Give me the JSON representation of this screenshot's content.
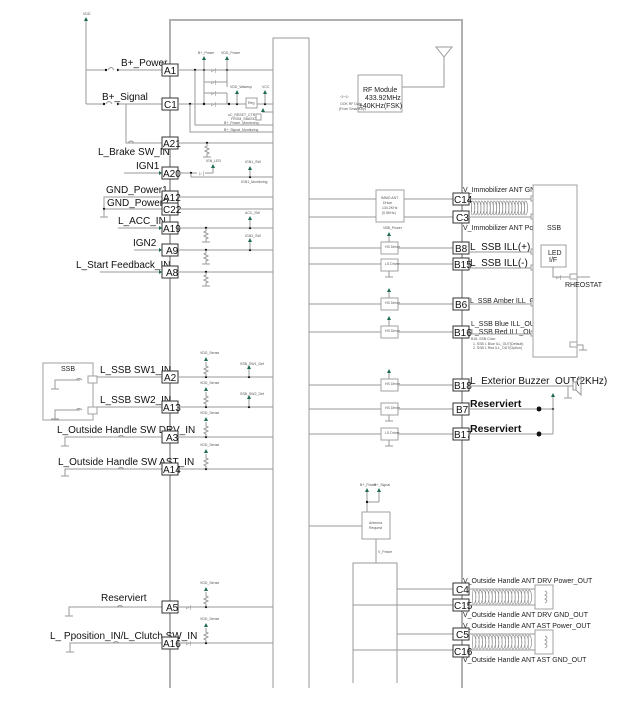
{
  "title": "Smart Key Module Wiring Schematic",
  "left_inputs": [
    {
      "pin": "A1",
      "label": "B+_Power"
    },
    {
      "pin": "C1",
      "label": "B+_Signal"
    },
    {
      "pin": "A21",
      "label": "L_Brake SW_IN"
    },
    {
      "pin": "A20",
      "label": "IGN1"
    },
    {
      "pin": "A12",
      "label": "GND_Power1"
    },
    {
      "pin": "C22",
      "label": "GND_Power2"
    },
    {
      "pin": "A19",
      "label": "L_ACC_IN"
    },
    {
      "pin": "A9",
      "label": "IGN2"
    },
    {
      "pin": "A8",
      "label": "L_Start Feedback_IN"
    },
    {
      "pin": "A2",
      "label": "L_SSB SW1_IN"
    },
    {
      "pin": "A13",
      "label": "L_SSB SW2_IN"
    },
    {
      "pin": "A3",
      "label": "L_Outside Handle SW DRV_IN"
    },
    {
      "pin": "A14",
      "label": "L_Outside Handle SW AST_IN"
    },
    {
      "pin": "A5",
      "label": "Reserviert"
    },
    {
      "pin": "A16",
      "label": "L_ Pposition_IN/L_Clutch SW_IN"
    }
  ],
  "right_outputs": [
    {
      "pin": "C14",
      "label": "V_Immobilizer ANT GND_OUT"
    },
    {
      "pin": "C3",
      "label": "V_Immobilizer ANT Power_OUT"
    },
    {
      "pin": "B8",
      "label": "L_SSB ILL(+)_OUT"
    },
    {
      "pin": "B15",
      "label": "L_SSB ILL(-)_OUT"
    },
    {
      "pin": "B6",
      "label": "L_SSB Amber ILL_OUT"
    },
    {
      "pin": "B16",
      "label": "L_SSB Blue ILL_OUT/\nL_SSB Red ILL_OUT",
      "label_line1": "L_SSB Blue ILL_OUT/",
      "label_line2": "L_SSB Red ILL_OUT"
    },
    {
      "pin": "B18",
      "label": "L_Exterior Buzzer_OUT(2KHz)"
    },
    {
      "pin": "B7",
      "label": "Reserviert"
    },
    {
      "pin": "B17",
      "label": "Reserviert"
    },
    {
      "pin": "C4",
      "label": "V_Outside Handle ANT DRV Power_OUT"
    },
    {
      "pin": "C15",
      "label": "V_Outside Handle ANT DRV GND_OUT"
    },
    {
      "pin": "C5",
      "label": "V_Outside Handle ANT AST Power_OUT"
    },
    {
      "pin": "C16",
      "label": "V_Outside Handle ANT AST GND_OUT"
    }
  ],
  "rf_module": {
    "line1": "RF Module",
    "line2": "433.92MHz",
    "line3": "±40KHz(FSK)",
    "data_line1": "OOK RF Data",
    "data_line2": "(From SmartKey)"
  },
  "immo_block": {
    "line1": "IMMO ANT",
    "line2": "Driver",
    "line3": "134.2KHz",
    "line4": "(0.5KHz)"
  },
  "antenna_block": {
    "line1": "Antenna",
    "line2": "Request"
  },
  "antenna_block_out": "V_Power",
  "ssb_right": {
    "title": "SSB",
    "led_line1": "LED",
    "led_line2": "I/F",
    "rheostat": "RHEOSTAT"
  },
  "ssb_left": {
    "title": "SSB"
  },
  "driver_labels": {
    "hs": "HS Driver",
    "ls": "LS Driver"
  },
  "small_labels": {
    "b_power": "B+_Power",
    "vdd_power": "VDD_Power",
    "vdd_wakeup": "VDD_Wakeup",
    "vcc": "VCC",
    "reg": "Reg",
    "reset": "uC_RESET_CTRL",
    "reset2": "FROM_SBASIC",
    "power_monitor": "B+_Power_Monitoring",
    "signal_monitor": "B+_Signal_Monitoring",
    "ign_led": "IGN_LED",
    "ign_sw": "IGN1_SW",
    "ign_monitor": "IGN1_Monitoring",
    "acc_sw": "ACC_SW",
    "ign2_sw": "IGN2_SW",
    "ssb_sw1": "SSB_SW1_Det",
    "ssb_sw2": "SSB_SW2_Det",
    "vdd_sens": "VDD_Sense",
    "b_power_top": "B+_Power",
    "b_signal_top": "B+_Signal",
    "b16_note1": "B16: SSB Color",
    "b16_note2": "1. SSB 1 Blue ILL_OUT(Default)",
    "b16_note3": "2. SSB 1 Red ILL_OUT(Option)",
    "top_left_supply": "VDD"
  }
}
